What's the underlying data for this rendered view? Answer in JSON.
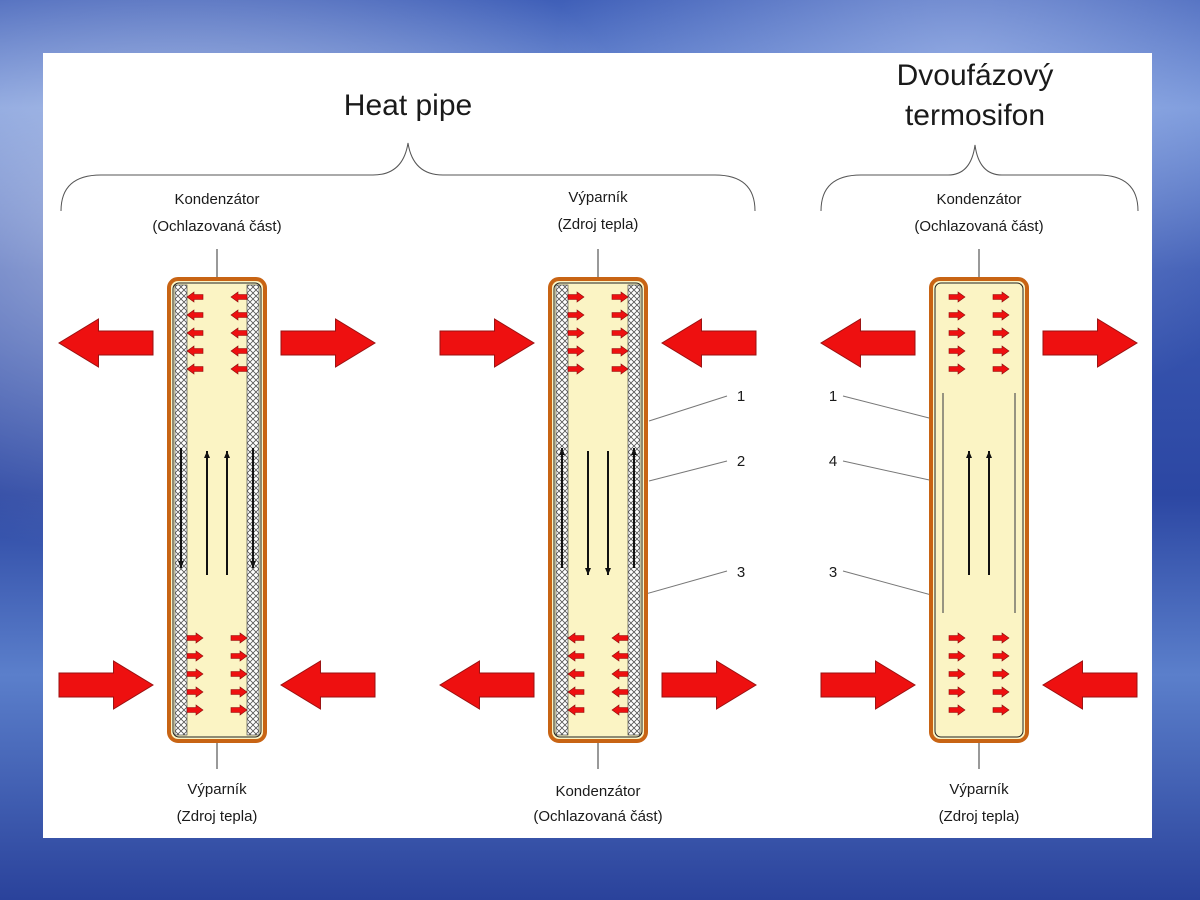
{
  "titles": {
    "heat_pipe": "Heat pipe",
    "thermosiphon_line1": "Dvoufázový",
    "thermosiphon_line2": "termosifon"
  },
  "pipes": [
    {
      "top_line1": "Kondenzátor",
      "top_line2": "(Ochlazovaná část)",
      "bottom_line1": "Výparník",
      "bottom_line2": "(Zdroj tepla)"
    },
    {
      "top_line1": "Výparník",
      "top_line2": "(Zdroj tepla)",
      "bottom_line1": "Kondenzátor",
      "bottom_line2": "(Ochlazovaná část)"
    },
    {
      "top_line1": "Kondenzátor",
      "top_line2": "(Ochlazovaná část)",
      "bottom_line1": "Výparník",
      "bottom_line2": "(Zdroj tepla)"
    }
  ],
  "callouts": {
    "pipe2": [
      "1",
      "2",
      "3"
    ],
    "pipe3": [
      "1",
      "4",
      "3"
    ]
  },
  "colors": {
    "pipe_fill": "#fbf4c4",
    "pipe_outline": "#c86414",
    "arrow_red": "#ee1010",
    "wick": "#555555"
  }
}
